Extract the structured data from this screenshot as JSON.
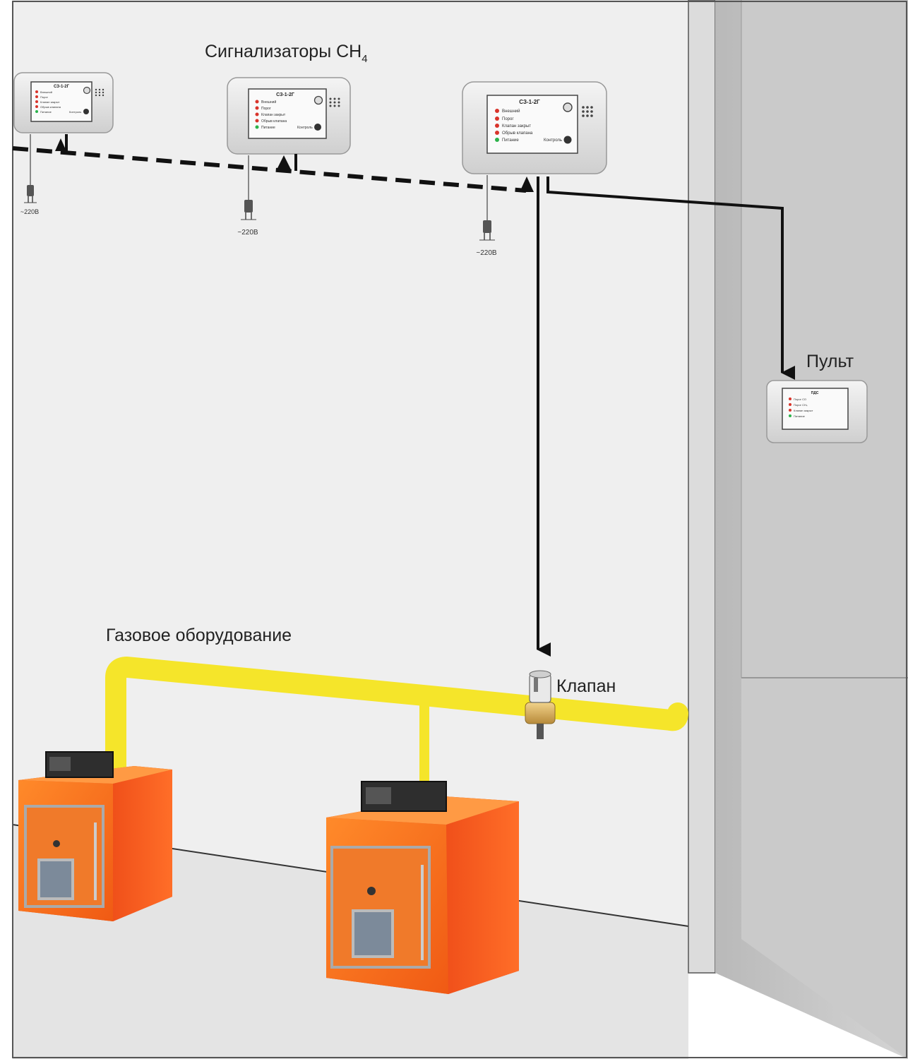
{
  "labels": {
    "sensors_title": "Сигнализаторы CH",
    "sensors_subscript": "4",
    "gas_equipment": "Газовое оборудование",
    "valve": "Клапан",
    "panel": "Пульт"
  },
  "sensor": {
    "model": "СЗ-1-2Г",
    "indicators": [
      "Внешний",
      "Порог",
      "Клапан закрыт",
      "Обрыв клапана",
      "Питание"
    ],
    "control": "Контроль",
    "voltage": "~220В"
  },
  "panel_device": {
    "model": "ПДС",
    "indicators": [
      "Порог СО",
      "Порог CH₄",
      "Клапан закрыт",
      "Питание"
    ]
  },
  "colors": {
    "wall": "#f0f0f0",
    "floor": "#e6e6e6",
    "pipe": "#f5e52a",
    "boiler": "#ff7a1e",
    "boiler_dark": "#e0401a",
    "led_red": "#d9342b",
    "led_green": "#2bb24a",
    "cable": "#111111"
  }
}
